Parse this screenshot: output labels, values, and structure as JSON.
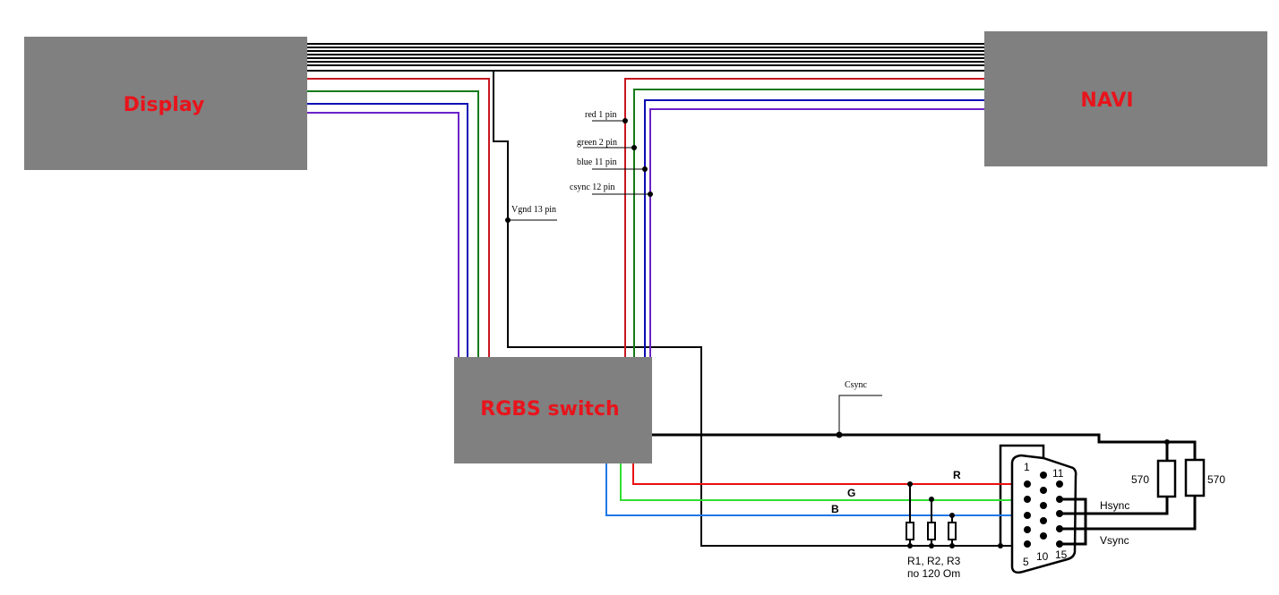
{
  "blocks": {
    "display": "Display",
    "navi": "NAVI",
    "switch": "RGBS switch"
  },
  "pin_labels": {
    "red": "red 1 pin",
    "green": "green 2 pin",
    "blue": "blue 11 pin",
    "csync": "csync 12 pin",
    "vgnd": "Vgnd 13 pin"
  },
  "signals": {
    "csync": "Csync",
    "r": "R",
    "g": "G",
    "b": "B",
    "hsync": "Hsync",
    "vsync": "Vsync"
  },
  "resistors": {
    "label": "R1, R2, R3",
    "value": "по 120 Om",
    "pullup_1": "570",
    "pullup_2": "570"
  },
  "connector": {
    "pin_1": "1",
    "pin_5": "5",
    "pin_10": "10",
    "pin_11": "11",
    "pin_15": "15"
  },
  "colors": {
    "box": "#808080",
    "label": "#e8141c",
    "red": "#c8161e",
    "green": "#157a1a",
    "blue": "#0a0ab4",
    "purple": "#6a22c8",
    "vga_red": "#e81010",
    "vga_green": "#33dd33",
    "vga_blue": "#1f78e6"
  }
}
